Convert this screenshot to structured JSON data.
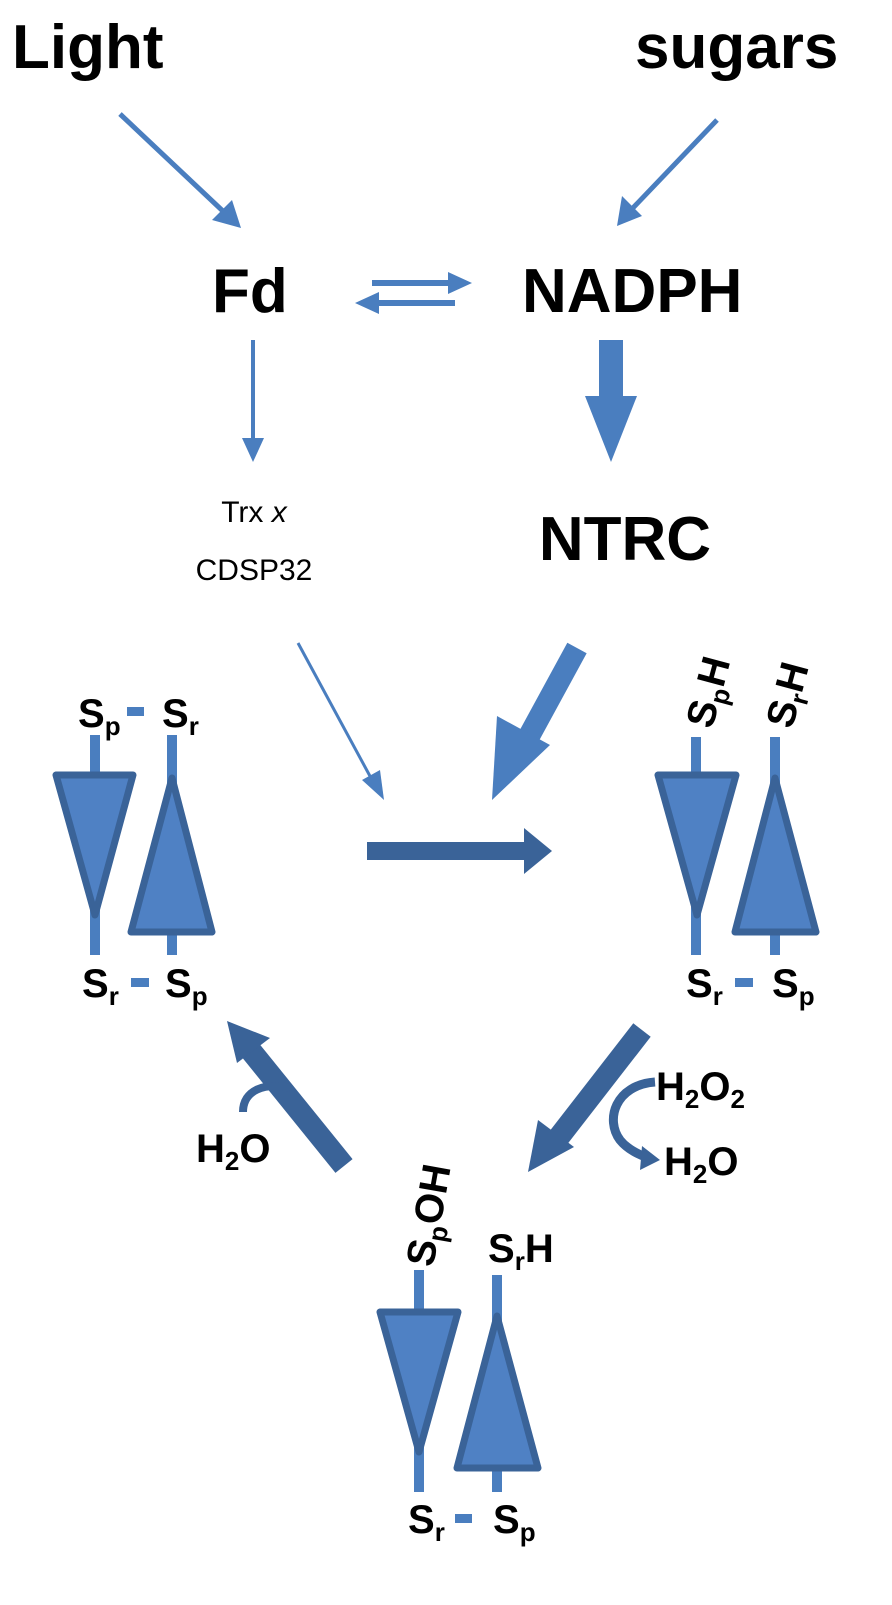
{
  "sources": {
    "light": "Light",
    "sugars": "sugars"
  },
  "carriers": {
    "fd": "Fd",
    "nadph": "NADPH"
  },
  "reductants": {
    "trx_name": "Trx",
    "trx_italic": "x",
    "cdsp32": "CDSP32",
    "ntrc": "NTRC"
  },
  "thiol": {
    "s": "S",
    "sub_p": "p",
    "sub_r": "r",
    "h": "H",
    "oh": "OH"
  },
  "chemicals": {
    "h2o2_h": "H",
    "h2o2_sub": "2",
    "h2o2_o": "O",
    "h2o2_sub2": "2",
    "h2o_h": "H",
    "h2o_sub": "2",
    "h2o_o": "O"
  },
  "colors": {
    "arrow_light": "#4a7ebf",
    "arrow_dark": "#3a6398",
    "protein_fill": "#4f81c4",
    "protein_stroke": "#3a6398"
  }
}
